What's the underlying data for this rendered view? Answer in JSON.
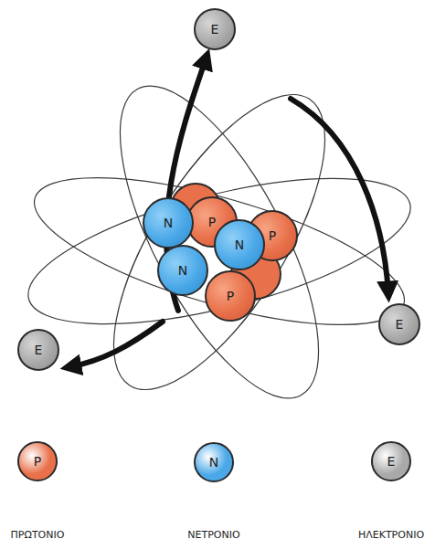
{
  "diagram": {
    "nodes": [
      {
        "text": [
          "E"
        ]
      },
      {
        "text": [
          "N"
        ]
      },
      {
        "text": [
          "P"
        ]
      },
      {
        "text": [
          "P"
        ]
      },
      {
        "text": [
          "N"
        ]
      },
      {
        "text": [
          "N"
        ]
      },
      {
        "text": [
          "P"
        ]
      },
      {
        "text": [
          "E"
        ]
      },
      {
        "text": [
          "E"
        ]
      }
    ],
    "labels": [
      "P",
      "N",
      "E"
    ],
    "legend": [
      {
        "text": "ΠΡΩΤΟΝΙΟ",
        "color": "#e8704a"
      },
      {
        "text": "ΝΕΤΡΟΝΙΟ",
        "color": "#4aa8e8"
      },
      {
        "text": "ΗΛΕΚΤΡΟΝΙΟ",
        "color": "#a9a9a9"
      }
    ]
  }
}
